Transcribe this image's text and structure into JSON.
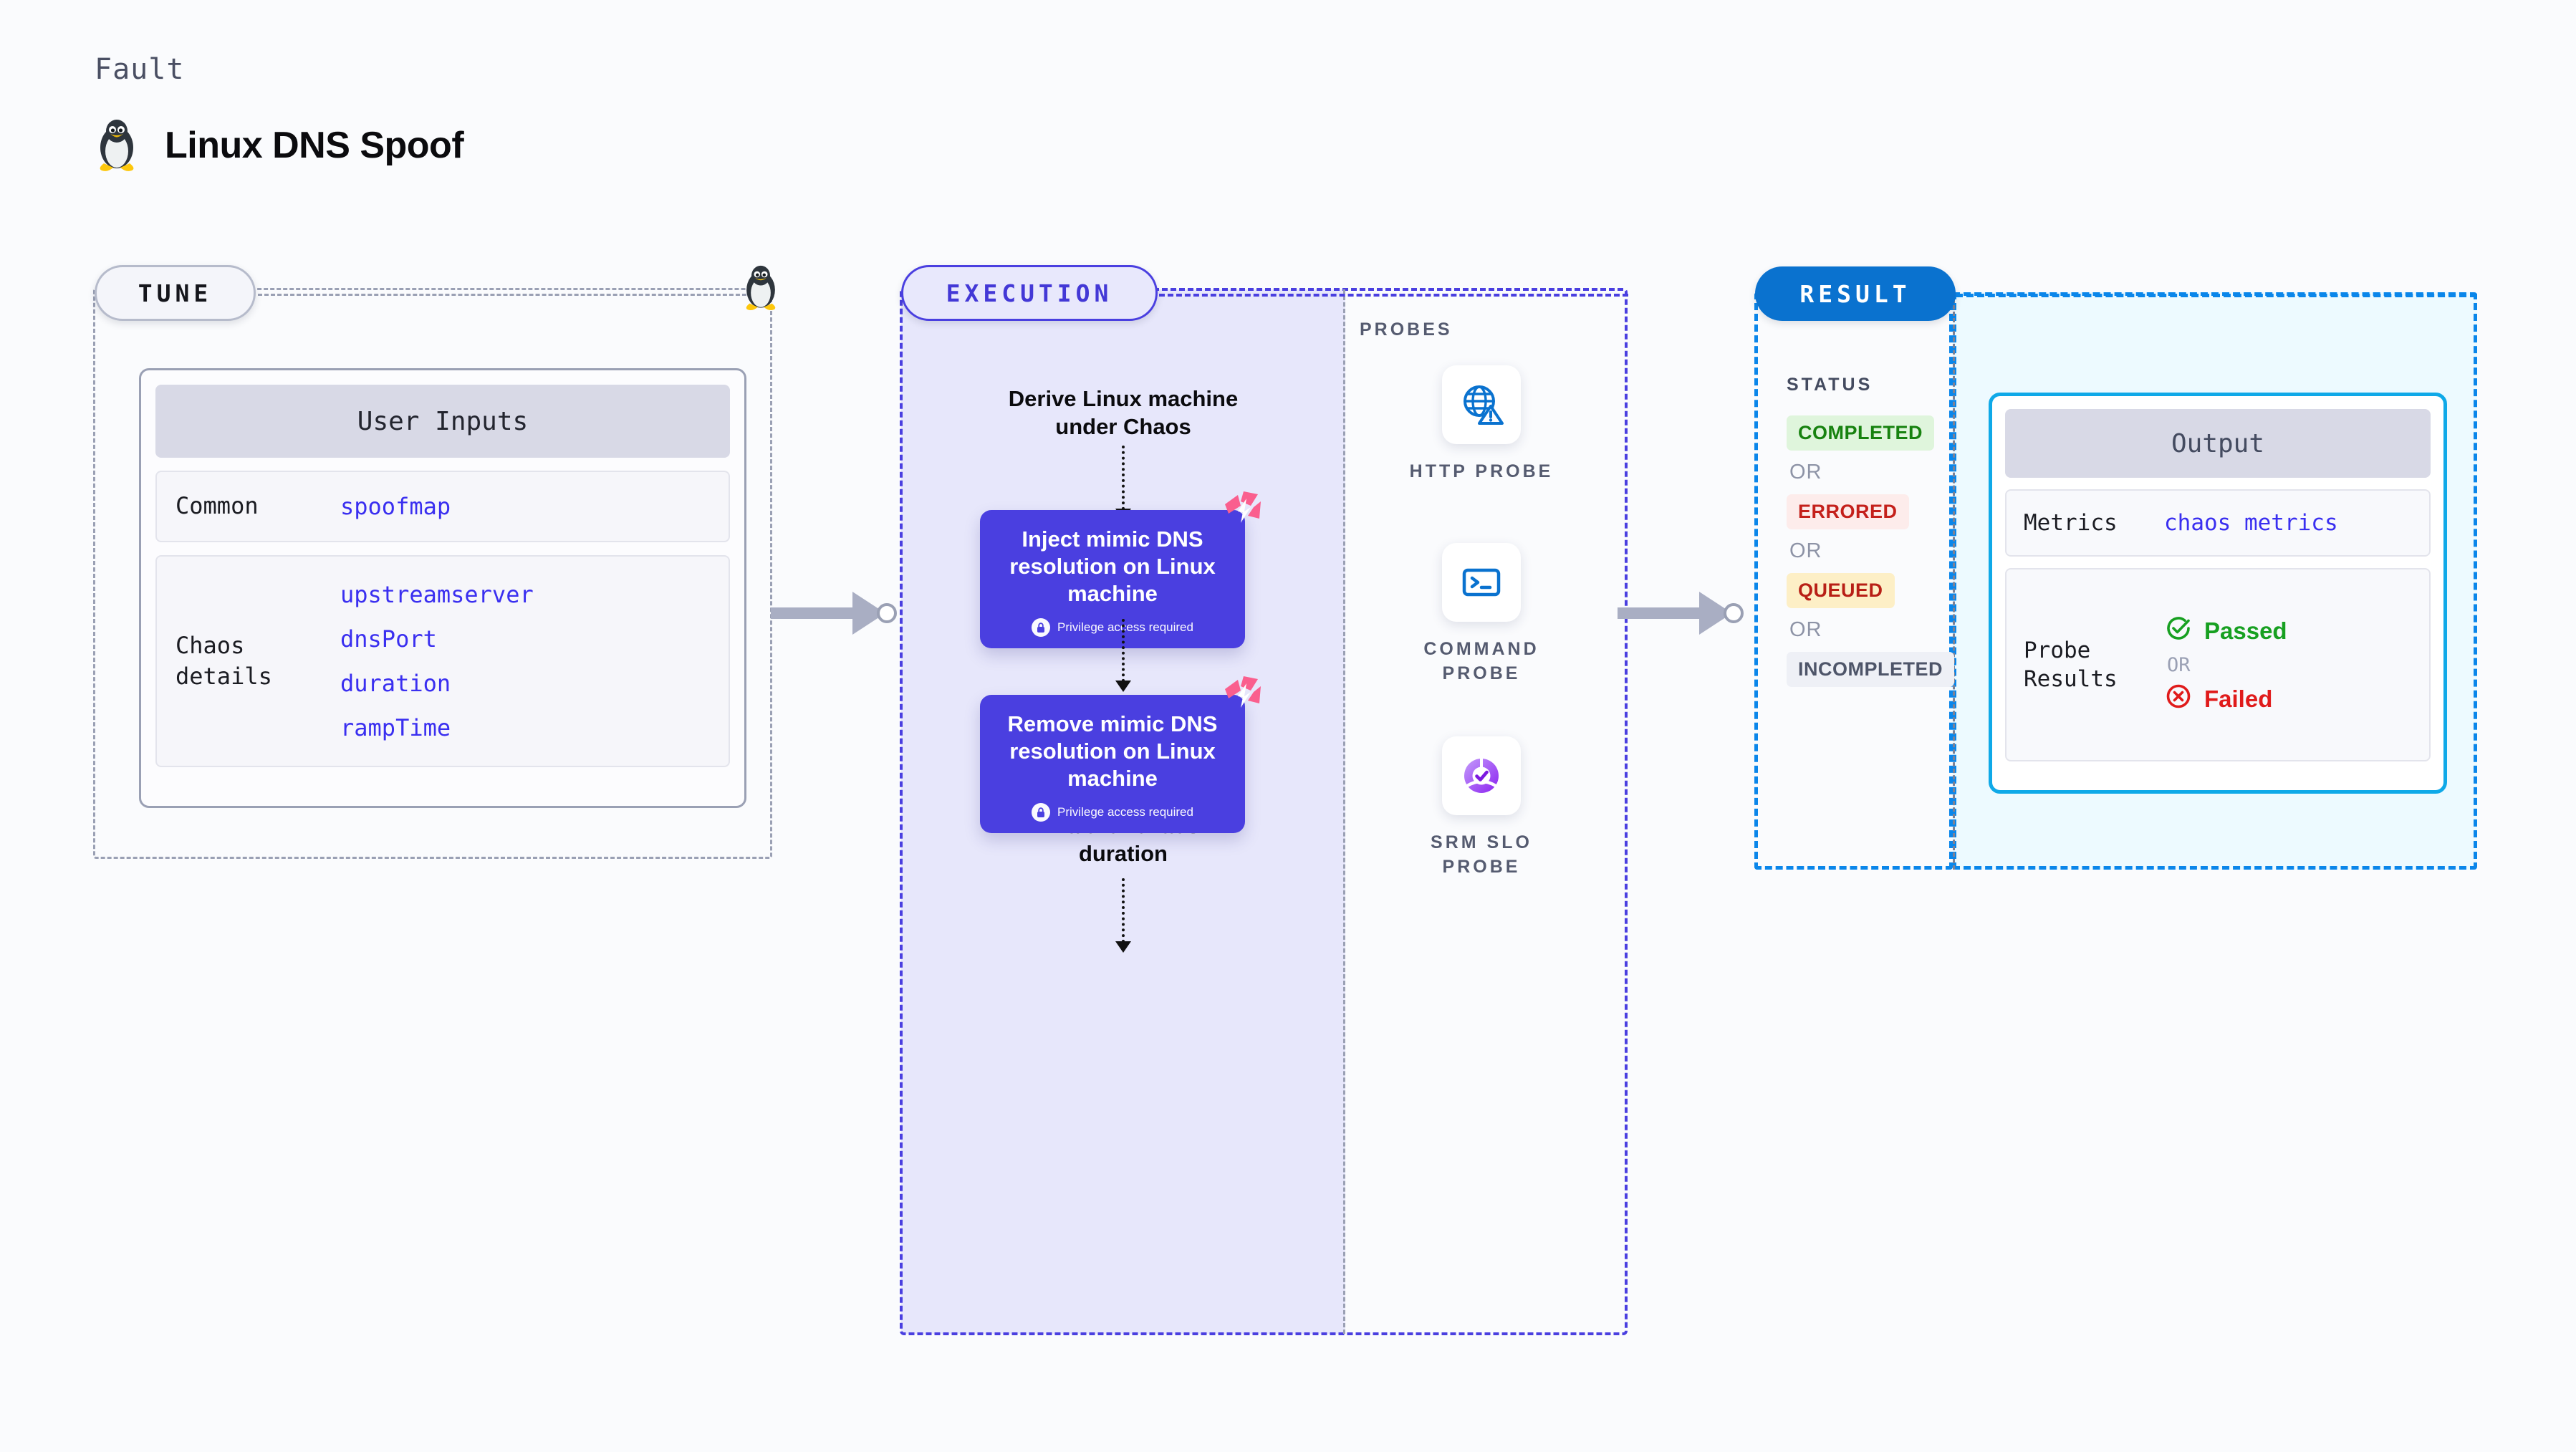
{
  "header": {
    "kicker": "Fault",
    "title": "Linux DNS Spoof",
    "icon": "linux-penguin-icon"
  },
  "tune": {
    "pill_label": "TUNE",
    "card_title": "User Inputs",
    "rows": [
      {
        "key": "Common",
        "values": [
          "spoofmap"
        ]
      },
      {
        "key": "Chaos details",
        "values": [
          "upstreamserver",
          "dnsPort",
          "duration",
          "rampTime"
        ]
      }
    ],
    "accent_value_color": "#3a2ff0",
    "border_color": "#9aa0b4"
  },
  "execution": {
    "pill_label": "EXECUTION",
    "accent_color": "#4a3fe0",
    "fill_color": "#e7e7fb",
    "nodes": [
      {
        "type": "text",
        "label": "Derive Linux machine\nunder Chaos"
      },
      {
        "type": "action",
        "label": "Inject mimic DNS resolution on Linux machine",
        "note": "Privilege access required",
        "badge": "harness-logo-icon",
        "lock": "lock-icon"
      },
      {
        "type": "wait",
        "label": "Wait for chaos\nduration",
        "icon": "clock-icon"
      },
      {
        "type": "action",
        "label": "Remove mimic DNS resolution on Linux machine",
        "note": "Privilege access required",
        "badge": "harness-logo-icon",
        "lock": "lock-icon"
      }
    ]
  },
  "probes": {
    "title": "PROBES",
    "items": [
      {
        "label": "HTTP PROBE",
        "icon": "globe-warning-icon",
        "color": "#0a72cf"
      },
      {
        "label": "COMMAND PROBE",
        "icon": "terminal-icon",
        "color": "#0a72cf"
      },
      {
        "label": "SRM SLO PROBE",
        "icon": "slo-donut-check-icon",
        "color": "#9b46f5"
      }
    ]
  },
  "result": {
    "pill_label": "RESULT",
    "accent_color": "#0a86ea",
    "status_title": "STATUS",
    "or_label": "OR",
    "statuses": [
      {
        "label": "COMPLETED",
        "bg": "#dff5dc",
        "fg": "#17820f"
      },
      {
        "label": "ERRORED",
        "bg": "#fdeceb",
        "fg": "#c4201b"
      },
      {
        "label": "QUEUED",
        "bg": "#fdefc6",
        "fg": "#b81f16"
      },
      {
        "label": "INCOMPLETED",
        "bg": "#eef0f6",
        "fg": "#4e5569"
      }
    ],
    "output": {
      "title": "Output",
      "metrics_key": "Metrics",
      "metrics_value": "chaos metrics",
      "probe_key": "Probe Results",
      "passed_label": "Passed",
      "failed_label": "Failed",
      "or_label": "OR",
      "passed_color": "#17a021",
      "failed_color": "#e01b1b",
      "passed_icon": "check-circle-icon",
      "failed_icon": "x-circle-icon"
    }
  }
}
